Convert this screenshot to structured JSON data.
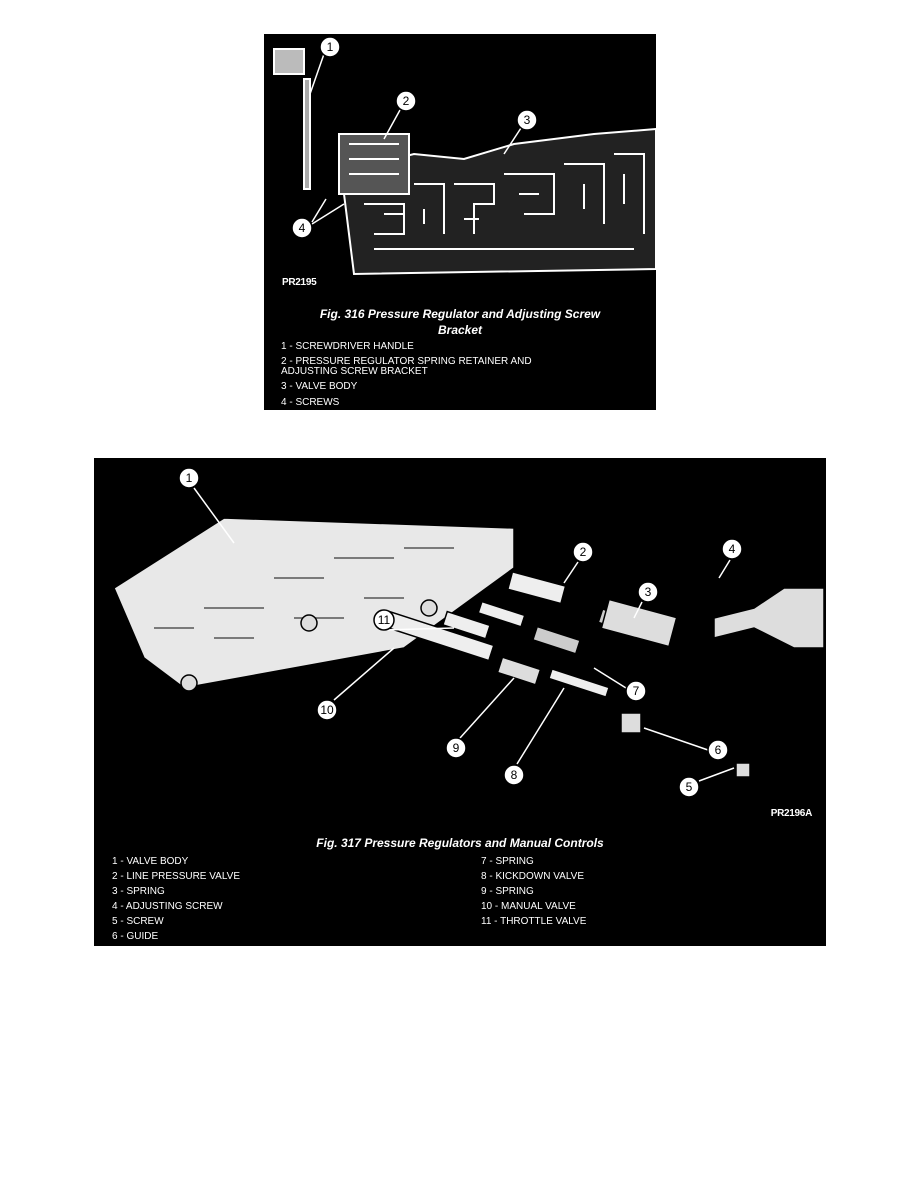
{
  "figure_316": {
    "code": "PR2195",
    "title": "Fig. 316 Pressure Regulator and Adjusting Screw Bracket",
    "callouts": [
      "1",
      "2",
      "3",
      "4"
    ],
    "legend": [
      "1 - SCREWDRIVER HANDLE",
      "2 - PRESSURE REGULATOR SPRING RETAINER AND ADJUSTING SCREW BRACKET",
      "3 - VALVE BODY",
      "4 - SCREWS"
    ]
  },
  "figure_317": {
    "code": "PR2196A",
    "title": "Fig. 317 Pressure Regulators and Manual Controls",
    "callouts": [
      "1",
      "2",
      "3",
      "4",
      "5",
      "6",
      "7",
      "8",
      "9",
      "10",
      "11"
    ],
    "legend_left": [
      "1 - VALVE BODY",
      "2 - LINE PRESSURE VALVE",
      "3 - SPRING",
      "4 - ADJUSTING SCREW",
      "5 - SCREW",
      "6 - GUIDE"
    ],
    "legend_right": [
      "7 - SPRING",
      "8 - KICKDOWN VALVE",
      "9 - SPRING",
      "10 - MANUAL VALVE",
      "11 - THROTTLE VALVE"
    ]
  }
}
